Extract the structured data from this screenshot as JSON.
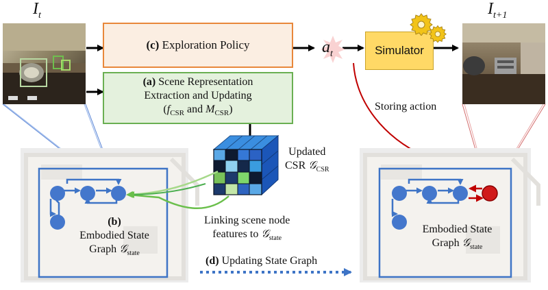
{
  "frames": {
    "current_symbol": "I",
    "current_sub": "t",
    "next_symbol": "I",
    "next_sub": "t+1"
  },
  "policy": {
    "tag": "(c)",
    "label": "Exploration Policy"
  },
  "scene_rep": {
    "tag": "(a)",
    "line1": "Scene Representation",
    "line2": "Extraction and Updating",
    "f_main": "f",
    "f_sub": "CSR",
    "and_word": "and",
    "m_main": "M",
    "m_sub": "CSR"
  },
  "action": {
    "symbol": "a",
    "sub": "t"
  },
  "simulator": {
    "label": "Simulator"
  },
  "storing": {
    "label": "Storing action"
  },
  "csr": {
    "line1": "Updated",
    "line2_prefix": "CSR",
    "g_symbol": "𝒢",
    "g_sub": "CSR"
  },
  "linking": {
    "line1": "Linking scene node",
    "line2_prefix": "features to",
    "g_symbol": "𝒢",
    "g_sub": "state"
  },
  "state_left": {
    "tag": "(b)",
    "line1": "Embodied State",
    "line2_prefix": "Graph",
    "g_symbol": "𝒢",
    "g_sub": "state"
  },
  "state_right": {
    "line1": "Embodied State",
    "line2_prefix": "Graph",
    "g_symbol": "𝒢",
    "g_sub": "state"
  },
  "update": {
    "tag": "(d)",
    "label": "Updating State Graph"
  },
  "colors": {
    "orange_border": "#e8873a",
    "orange_fill": "#fbeee2",
    "green_border": "#6aaf52",
    "green_fill": "#e4f1dd",
    "sim_fill": "#ffd966",
    "sim_border": "#c9a227",
    "graph_blue": "#3e74c6",
    "node_blue": "#4477cc",
    "action_red": "#c00000"
  }
}
